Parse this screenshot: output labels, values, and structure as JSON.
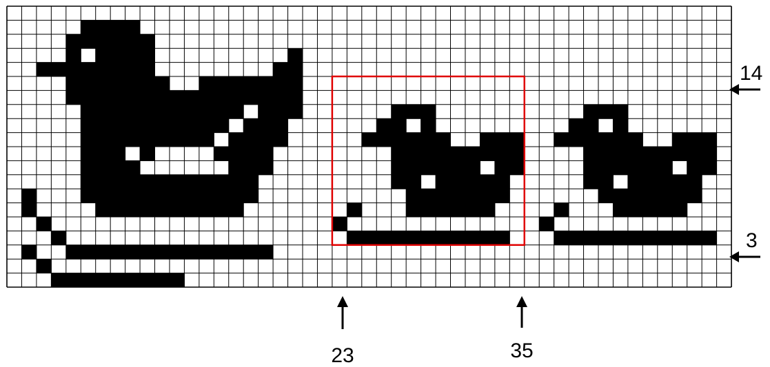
{
  "grid": {
    "cols": 49,
    "rows": 20,
    "line_color": "#000000",
    "fill_color": "#000000",
    "background": "#ffffff",
    "cells": [
      [
        5,
        1
      ],
      [
        6,
        1
      ],
      [
        7,
        1
      ],
      [
        8,
        1
      ],
      [
        4,
        2
      ],
      [
        5,
        2
      ],
      [
        6,
        2
      ],
      [
        7,
        2
      ],
      [
        8,
        2
      ],
      [
        9,
        2
      ],
      [
        4,
        3
      ],
      [
        6,
        3
      ],
      [
        7,
        3
      ],
      [
        8,
        3
      ],
      [
        9,
        3
      ],
      [
        19,
        3
      ],
      [
        2,
        4
      ],
      [
        3,
        4
      ],
      [
        4,
        4
      ],
      [
        5,
        4
      ],
      [
        6,
        4
      ],
      [
        7,
        4
      ],
      [
        8,
        4
      ],
      [
        9,
        4
      ],
      [
        18,
        4
      ],
      [
        19,
        4
      ],
      [
        4,
        5
      ],
      [
        5,
        5
      ],
      [
        6,
        5
      ],
      [
        7,
        5
      ],
      [
        8,
        5
      ],
      [
        9,
        5
      ],
      [
        10,
        5
      ],
      [
        13,
        5
      ],
      [
        14,
        5
      ],
      [
        15,
        5
      ],
      [
        16,
        5
      ],
      [
        17,
        5
      ],
      [
        18,
        5
      ],
      [
        19,
        5
      ],
      [
        4,
        6
      ],
      [
        5,
        6
      ],
      [
        6,
        6
      ],
      [
        7,
        6
      ],
      [
        8,
        6
      ],
      [
        9,
        6
      ],
      [
        10,
        6
      ],
      [
        11,
        6
      ],
      [
        12,
        6
      ],
      [
        13,
        6
      ],
      [
        14,
        6
      ],
      [
        15,
        6
      ],
      [
        16,
        6
      ],
      [
        17,
        6
      ],
      [
        18,
        6
      ],
      [
        19,
        6
      ],
      [
        5,
        7
      ],
      [
        6,
        7
      ],
      [
        7,
        7
      ],
      [
        8,
        7
      ],
      [
        9,
        7
      ],
      [
        10,
        7
      ],
      [
        11,
        7
      ],
      [
        12,
        7
      ],
      [
        13,
        7
      ],
      [
        14,
        7
      ],
      [
        15,
        7
      ],
      [
        17,
        7
      ],
      [
        18,
        7
      ],
      [
        19,
        7
      ],
      [
        26,
        7
      ],
      [
        27,
        7
      ],
      [
        28,
        7
      ],
      [
        39,
        7
      ],
      [
        40,
        7
      ],
      [
        41,
        7
      ],
      [
        5,
        8
      ],
      [
        6,
        8
      ],
      [
        7,
        8
      ],
      [
        8,
        8
      ],
      [
        9,
        8
      ],
      [
        10,
        8
      ],
      [
        11,
        8
      ],
      [
        12,
        8
      ],
      [
        13,
        8
      ],
      [
        14,
        8
      ],
      [
        16,
        8
      ],
      [
        17,
        8
      ],
      [
        18,
        8
      ],
      [
        25,
        8
      ],
      [
        26,
        8
      ],
      [
        28,
        8
      ],
      [
        38,
        8
      ],
      [
        39,
        8
      ],
      [
        41,
        8
      ],
      [
        5,
        9
      ],
      [
        6,
        9
      ],
      [
        7,
        9
      ],
      [
        8,
        9
      ],
      [
        9,
        9
      ],
      [
        10,
        9
      ],
      [
        11,
        9
      ],
      [
        12,
        9
      ],
      [
        13,
        9
      ],
      [
        15,
        9
      ],
      [
        16,
        9
      ],
      [
        17,
        9
      ],
      [
        18,
        9
      ],
      [
        24,
        9
      ],
      [
        25,
        9
      ],
      [
        26,
        9
      ],
      [
        27,
        9
      ],
      [
        28,
        9
      ],
      [
        29,
        9
      ],
      [
        32,
        9
      ],
      [
        33,
        9
      ],
      [
        34,
        9
      ],
      [
        37,
        9
      ],
      [
        38,
        9
      ],
      [
        39,
        9
      ],
      [
        40,
        9
      ],
      [
        41,
        9
      ],
      [
        42,
        9
      ],
      [
        45,
        9
      ],
      [
        46,
        9
      ],
      [
        47,
        9
      ],
      [
        5,
        10
      ],
      [
        6,
        10
      ],
      [
        7,
        10
      ],
      [
        9,
        10
      ],
      [
        14,
        10
      ],
      [
        15,
        10
      ],
      [
        16,
        10
      ],
      [
        17,
        10
      ],
      [
        26,
        10
      ],
      [
        27,
        10
      ],
      [
        28,
        10
      ],
      [
        29,
        10
      ],
      [
        30,
        10
      ],
      [
        31,
        10
      ],
      [
        32,
        10
      ],
      [
        33,
        10
      ],
      [
        34,
        10
      ],
      [
        39,
        10
      ],
      [
        40,
        10
      ],
      [
        41,
        10
      ],
      [
        42,
        10
      ],
      [
        43,
        10
      ],
      [
        44,
        10
      ],
      [
        45,
        10
      ],
      [
        46,
        10
      ],
      [
        47,
        10
      ],
      [
        5,
        11
      ],
      [
        6,
        11
      ],
      [
        7,
        11
      ],
      [
        8,
        11
      ],
      [
        15,
        11
      ],
      [
        16,
        11
      ],
      [
        17,
        11
      ],
      [
        26,
        11
      ],
      [
        27,
        11
      ],
      [
        28,
        11
      ],
      [
        29,
        11
      ],
      [
        30,
        11
      ],
      [
        31,
        11
      ],
      [
        33,
        11
      ],
      [
        34,
        11
      ],
      [
        39,
        11
      ],
      [
        40,
        11
      ],
      [
        41,
        11
      ],
      [
        42,
        11
      ],
      [
        43,
        11
      ],
      [
        44,
        11
      ],
      [
        46,
        11
      ],
      [
        47,
        11
      ],
      [
        5,
        12
      ],
      [
        6,
        12
      ],
      [
        7,
        12
      ],
      [
        8,
        12
      ],
      [
        9,
        12
      ],
      [
        10,
        12
      ],
      [
        11,
        12
      ],
      [
        12,
        12
      ],
      [
        13,
        12
      ],
      [
        14,
        12
      ],
      [
        15,
        12
      ],
      [
        16,
        12
      ],
      [
        26,
        12
      ],
      [
        27,
        12
      ],
      [
        29,
        12
      ],
      [
        30,
        12
      ],
      [
        31,
        12
      ],
      [
        32,
        12
      ],
      [
        33,
        12
      ],
      [
        39,
        12
      ],
      [
        40,
        12
      ],
      [
        42,
        12
      ],
      [
        43,
        12
      ],
      [
        44,
        12
      ],
      [
        45,
        12
      ],
      [
        46,
        12
      ],
      [
        1,
        13
      ],
      [
        5,
        13
      ],
      [
        6,
        13
      ],
      [
        7,
        13
      ],
      [
        8,
        13
      ],
      [
        9,
        13
      ],
      [
        10,
        13
      ],
      [
        11,
        13
      ],
      [
        12,
        13
      ],
      [
        13,
        13
      ],
      [
        14,
        13
      ],
      [
        15,
        13
      ],
      [
        16,
        13
      ],
      [
        27,
        13
      ],
      [
        28,
        13
      ],
      [
        29,
        13
      ],
      [
        30,
        13
      ],
      [
        31,
        13
      ],
      [
        32,
        13
      ],
      [
        33,
        13
      ],
      [
        40,
        13
      ],
      [
        41,
        13
      ],
      [
        42,
        13
      ],
      [
        43,
        13
      ],
      [
        44,
        13
      ],
      [
        45,
        13
      ],
      [
        46,
        13
      ],
      [
        1,
        14
      ],
      [
        6,
        14
      ],
      [
        7,
        14
      ],
      [
        8,
        14
      ],
      [
        9,
        14
      ],
      [
        10,
        14
      ],
      [
        11,
        14
      ],
      [
        12,
        14
      ],
      [
        13,
        14
      ],
      [
        14,
        14
      ],
      [
        15,
        14
      ],
      [
        23,
        14
      ],
      [
        27,
        14
      ],
      [
        28,
        14
      ],
      [
        29,
        14
      ],
      [
        30,
        14
      ],
      [
        31,
        14
      ],
      [
        32,
        14
      ],
      [
        37,
        14
      ],
      [
        41,
        14
      ],
      [
        42,
        14
      ],
      [
        43,
        14
      ],
      [
        44,
        14
      ],
      [
        45,
        14
      ],
      [
        2,
        15
      ],
      [
        22,
        15
      ],
      [
        36,
        15
      ],
      [
        3,
        16
      ],
      [
        23,
        16
      ],
      [
        24,
        16
      ],
      [
        25,
        16
      ],
      [
        26,
        16
      ],
      [
        27,
        16
      ],
      [
        28,
        16
      ],
      [
        29,
        16
      ],
      [
        30,
        16
      ],
      [
        31,
        16
      ],
      [
        32,
        16
      ],
      [
        33,
        16
      ],
      [
        37,
        16
      ],
      [
        38,
        16
      ],
      [
        39,
        16
      ],
      [
        40,
        16
      ],
      [
        41,
        16
      ],
      [
        42,
        16
      ],
      [
        43,
        16
      ],
      [
        44,
        16
      ],
      [
        45,
        16
      ],
      [
        46,
        16
      ],
      [
        47,
        16
      ],
      [
        1,
        17
      ],
      [
        4,
        17
      ],
      [
        5,
        17
      ],
      [
        6,
        17
      ],
      [
        7,
        17
      ],
      [
        8,
        17
      ],
      [
        9,
        17
      ],
      [
        10,
        17
      ],
      [
        11,
        17
      ],
      [
        12,
        17
      ],
      [
        13,
        17
      ],
      [
        14,
        17
      ],
      [
        15,
        17
      ],
      [
        16,
        17
      ],
      [
        17,
        17
      ],
      [
        2,
        18
      ],
      [
        3,
        19
      ],
      [
        4,
        19
      ],
      [
        5,
        19
      ],
      [
        6,
        19
      ],
      [
        7,
        19
      ],
      [
        8,
        19
      ],
      [
        9,
        19
      ],
      [
        10,
        19
      ],
      [
        11,
        19
      ]
    ]
  },
  "selection": {
    "color": "#e00000",
    "col_start": 22,
    "col_end": 35,
    "row_start": 5,
    "row_end": 17
  },
  "markers": {
    "row_top_label": "14",
    "row_bottom_label": "3",
    "col_left_label": "23",
    "col_right_label": "35"
  }
}
